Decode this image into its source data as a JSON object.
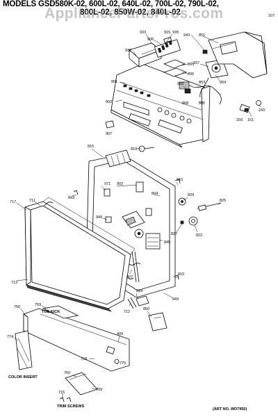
{
  "title": {
    "line1": "MODELS GSD580K-02, 600L-02, 640L-02, 700L-02, 790L-02,",
    "line2": "800L-02, 850W-02, 840L-02"
  },
  "watermark": "AppliancePartsPros.com",
  "page_number": "107",
  "art_number": "(ART NO. WD7950)",
  "notes": {
    "toe_kick": "TOE KICK",
    "color_insert": "COLOR INSERT",
    "trim_screws": "TRIM SCREWS"
  },
  "callouts": {
    "c933": "933",
    "c915": "915, 935",
    "c851": "851",
    "c906": "906",
    "c932": "932",
    "c943a": "943",
    "c937": "937",
    "c805": "805",
    "c806": "806",
    "c904": "904",
    "c801": "801",
    "c903": "903",
    "c853": "853",
    "c808": "808",
    "c881": "881",
    "c902": "902",
    "c160": "160",
    "c159": "159",
    "c161": "161",
    "c907": "907",
    "c810a": "810",
    "c815": "815",
    "c971": "971",
    "c902b": "902",
    "c810b": "810",
    "c843": "843",
    "c804": "804",
    "c829": "829",
    "c717": "717",
    "c711": "711",
    "c825": "825",
    "c949": "949",
    "c827": "827",
    "c822": "822",
    "c845": "845",
    "c713": "713",
    "c807": "807",
    "c810c": "810",
    "c843b": "843",
    "c756": "756",
    "c759": "759",
    "c818": "818",
    "c850": "850",
    "c712": "712",
    "c774": "774",
    "c409": "409",
    "c758": "758",
    "c760": "760",
    "c775": "775",
    "c709": "709",
    "c715": "715"
  }
}
